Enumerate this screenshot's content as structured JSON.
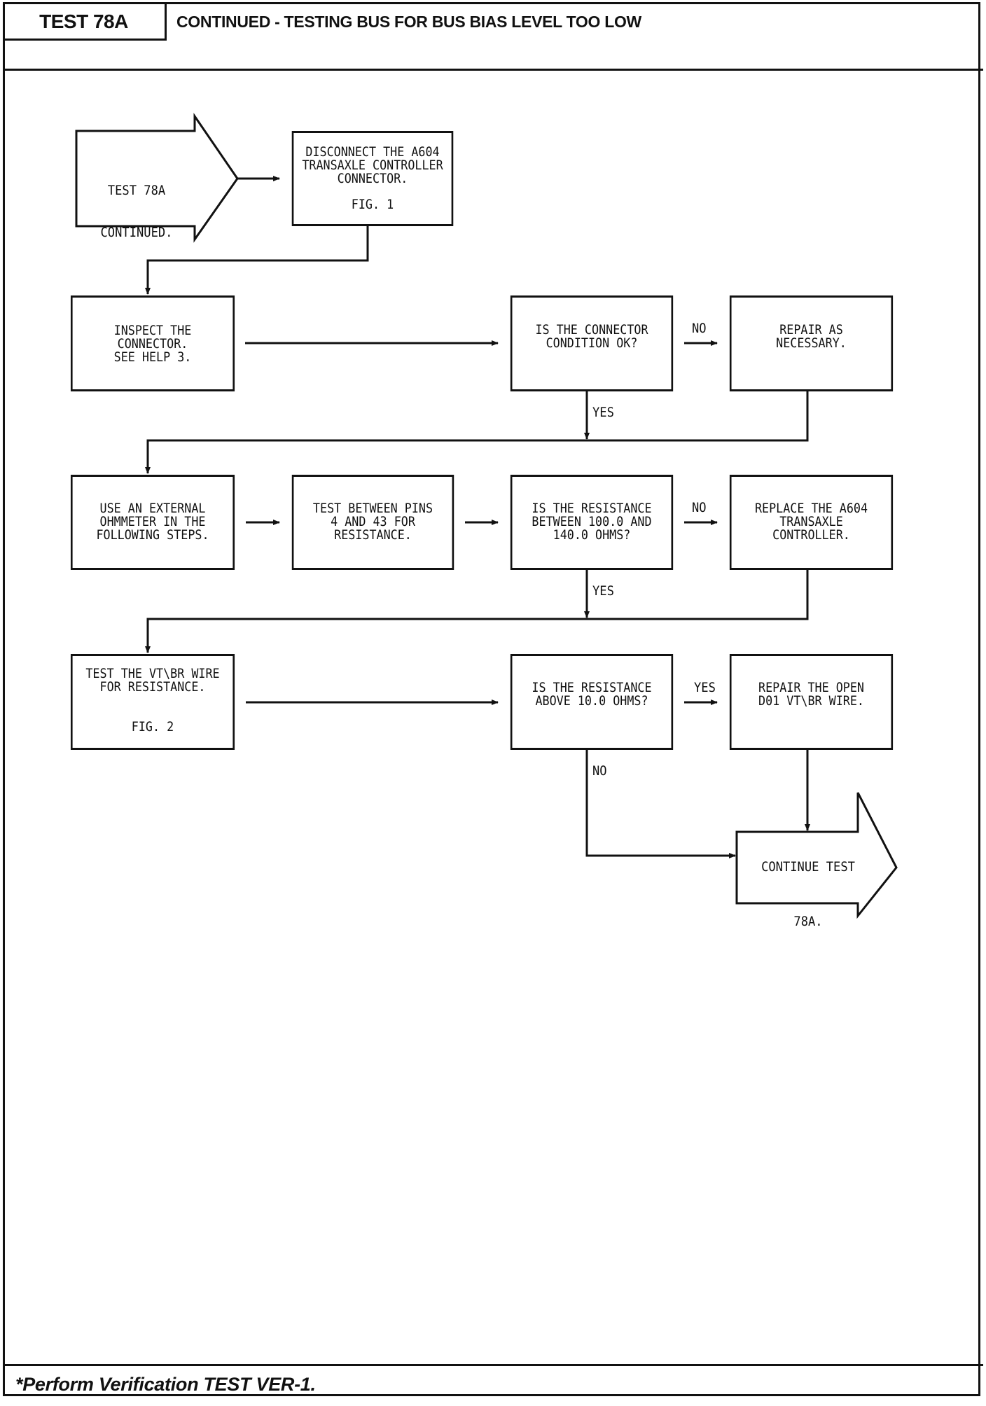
{
  "header": {
    "test_id": "TEST 78A",
    "title": "CONTINUED - TESTING BUS FOR BUS BIAS LEVEL TOO LOW"
  },
  "footer": {
    "note": "*Perform Verification TEST VER-1."
  },
  "flowchart": {
    "start": {
      "line1": "TEST 78A",
      "line2": "CONTINUED."
    },
    "steps": {
      "disconnect": {
        "lines": [
          "DISCONNECT THE A604",
          "TRANSAXLE CONTROLLER",
          "CONNECTOR."
        ],
        "fig": "FIG. 1"
      },
      "inspect": {
        "lines": [
          "INSPECT THE",
          "CONNECTOR.",
          "SEE HELP 3."
        ]
      },
      "q_connector": {
        "lines": [
          "IS THE CONNECTOR",
          "CONDITION OK?"
        ]
      },
      "repair_as": {
        "lines": [
          "REPAIR AS",
          "NECESSARY."
        ]
      },
      "use_ohmmeter": {
        "lines": [
          "USE AN EXTERNAL",
          "OHMMETER IN THE",
          "FOLLOWING STEPS."
        ]
      },
      "test_pins": {
        "lines": [
          "TEST BETWEEN PINS",
          "4 AND 43 FOR",
          "RESISTANCE."
        ]
      },
      "q_resistance_range": {
        "lines": [
          "IS THE RESISTANCE",
          "BETWEEN 100.0 AND",
          "140.0 OHMS?"
        ]
      },
      "replace_controller": {
        "lines": [
          "REPLACE THE A604",
          "TRANSAXLE",
          "CONTROLLER."
        ]
      },
      "test_wire": {
        "lines": [
          "TEST THE VT\\BR WIRE",
          "FOR RESISTANCE."
        ],
        "fig": "FIG. 2"
      },
      "q_resistance_above": {
        "lines": [
          "IS THE RESISTANCE",
          "ABOVE 10.0 OHMS?"
        ]
      },
      "repair_open": {
        "lines": [
          "REPAIR THE OPEN",
          "D01 VT\\BR WIRE."
        ]
      }
    },
    "end": {
      "line1": "CONTINUE TEST",
      "line2": "78A."
    },
    "branch_labels": {
      "no1": "NO",
      "yes1": "YES",
      "no2": "NO",
      "yes2": "YES",
      "yes3": "YES",
      "no3": "NO"
    }
  }
}
